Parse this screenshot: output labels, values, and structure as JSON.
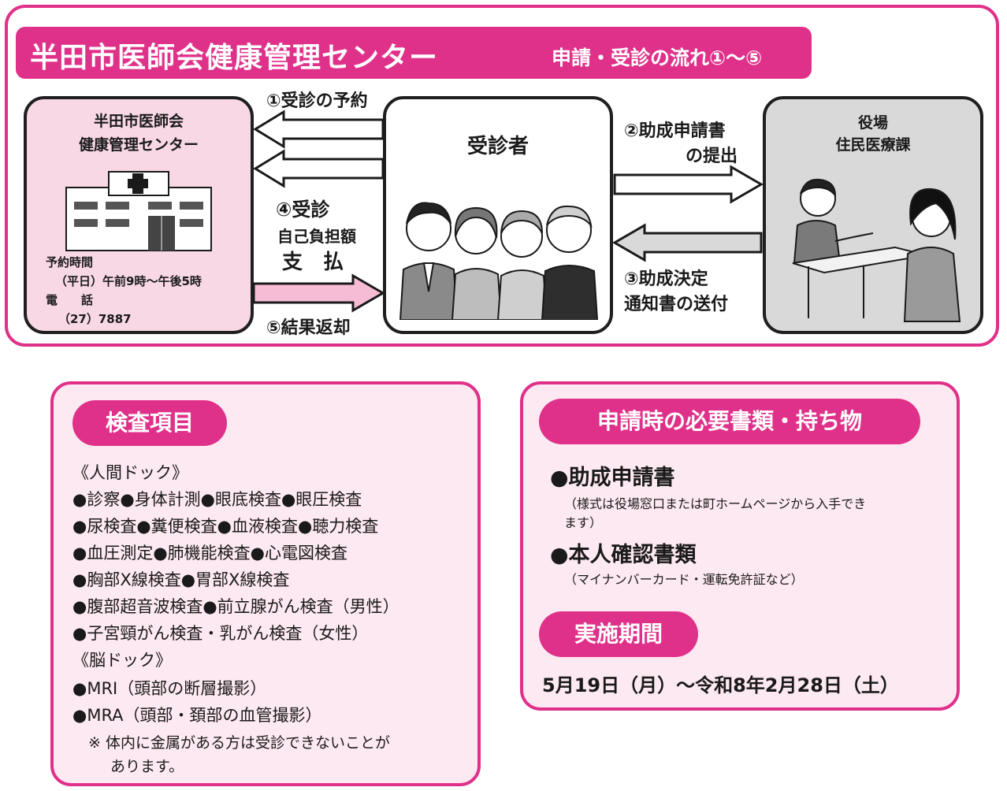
{
  "header": {
    "title": "半田市医師会健康管理センター",
    "subtitle": "申請・受診の流れ①〜⑤"
  },
  "center": {
    "name_line1": "半田市医師会",
    "name_line2": "健康管理センター",
    "hours_label": "予約時間",
    "hours_value": "（平日）午前9時〜午後5時",
    "phone_label": "電　　話",
    "phone_value": "（27）7887",
    "icon": "hospital-building-icon"
  },
  "patient": {
    "title": "受診者",
    "icon": "people-group-icon"
  },
  "office": {
    "title_line1": "役場",
    "title_line2": "住民医療課",
    "icon": "counter-consultation-icon"
  },
  "steps": {
    "s1": "①受診の予約",
    "s2_line1": "②助成申請書",
    "s2_line2": "の提出",
    "s3_line1": "③助成決定",
    "s3_line2": "通知書の送付",
    "s4_line1": "④受診",
    "s4_line2": "自己負担額",
    "s4_line3": "支　払",
    "s5": "⑤結果返却"
  },
  "checkup": {
    "heading": "検査項目",
    "lines": [
      "《人間ドック》",
      "●診察●身体計測●眼底検査●眼圧検査",
      "●尿検査●糞便検査●血液検査●聴力検査",
      "●血圧測定●肺機能検査●心電図検査",
      "●胸部X線検査●胃部X線検査",
      "●腹部超音波検査●前立腺がん検査（男性）",
      "●子宮頸がん検査・乳がん検査（女性）",
      "《脳ドック》",
      "●MRI（頭部の断層撮影）",
      "●MRA（頭部・頚部の血管撮影）"
    ],
    "note_line1": "※ 体内に金属がある方は受診できないことが",
    "note_line2": "あります。"
  },
  "documents": {
    "heading": "申請時の必要書類・持ち物",
    "item1": "●助成申請書",
    "item1_note_line1": "（様式は役場窓口または町ホームページから入手でき",
    "item1_note_line2": "ます）",
    "item2": "●本人確認書類",
    "item2_note": "（マイナンバーカード・運転免許証など）"
  },
  "period": {
    "heading": "実施期間",
    "value": "5月19日（月）〜令和8年2月28日（土）"
  },
  "colors": {
    "accent": "#e0318a",
    "center_fill": "#f9d8e6",
    "office_fill": "#d9d9d9",
    "panel_fill": "#fde9f1"
  }
}
